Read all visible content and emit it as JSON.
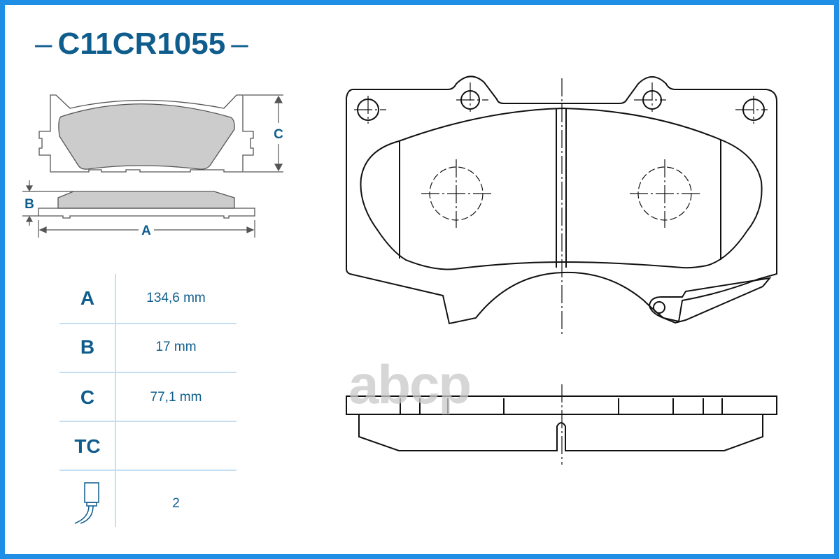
{
  "title": "C11CR1055",
  "dimension_labels": {
    "a": "A",
    "b": "B",
    "c": "C"
  },
  "specs": [
    {
      "label": "A",
      "value": "134,6 mm"
    },
    {
      "label": "B",
      "value": "17 mm"
    },
    {
      "label": "C",
      "value": "77,1 mm"
    },
    {
      "label": "TC",
      "value": ""
    },
    {
      "icon": "wear-sensor-icon",
      "value": "2"
    }
  ],
  "watermark": "abcp",
  "colors": {
    "accent": "#0f5d8c",
    "frame": "#1f8fe6",
    "friction": "#cccccc"
  }
}
